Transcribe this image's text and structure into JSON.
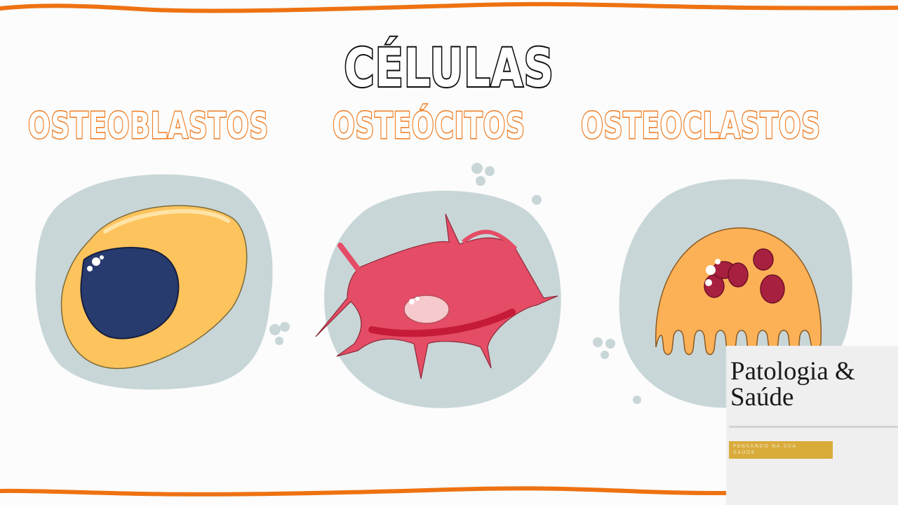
{
  "slide": {
    "title": "CÉLULAS",
    "accent_color": "#ee7a1f",
    "cells": [
      {
        "label": "OSTEOBLASTOS",
        "icon": "osteoblast-cell-illustration"
      },
      {
        "label": "OSTEÓCITOS",
        "icon": "osteocyte-cell-illustration"
      },
      {
        "label": "OSTEOCLASTOS",
        "icon": "osteoclast-cell-illustration"
      }
    ]
  },
  "watermark": {
    "title": "Patologia & Saúde",
    "title_line1": "Patologia &",
    "title_line2": "Saúde",
    "tagline": "PENSANDO NA SUA SAÚDE",
    "tagline_line1": "PENSANDO NA SUA",
    "tagline_line2": "SAÚDE",
    "tag_color": "#d9ab3b"
  }
}
